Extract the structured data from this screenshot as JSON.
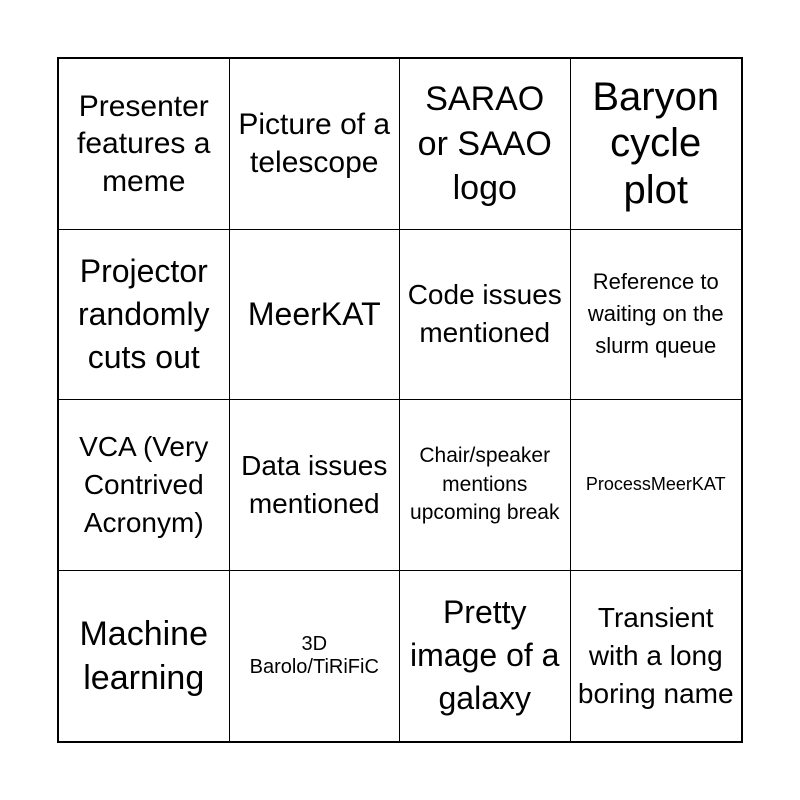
{
  "board": {
    "cells": [
      "Presenter features a meme",
      "Picture of a telescope",
      "SARAO or SAAO logo",
      "Baryon cycle plot",
      "Projector randomly cuts out",
      "MeerKAT",
      "Code issues mentioned",
      "Reference to waiting on the slurm queue",
      "VCA (Very Contrived Acronym)",
      "Data issues mentioned",
      "Chair/speaker mentions upcoming break",
      "ProcessMeerKAT",
      "Machine learning",
      "3D Barolo/TiRiFiC",
      "Pretty image of a galaxy",
      "Transient with a long boring name"
    ]
  }
}
